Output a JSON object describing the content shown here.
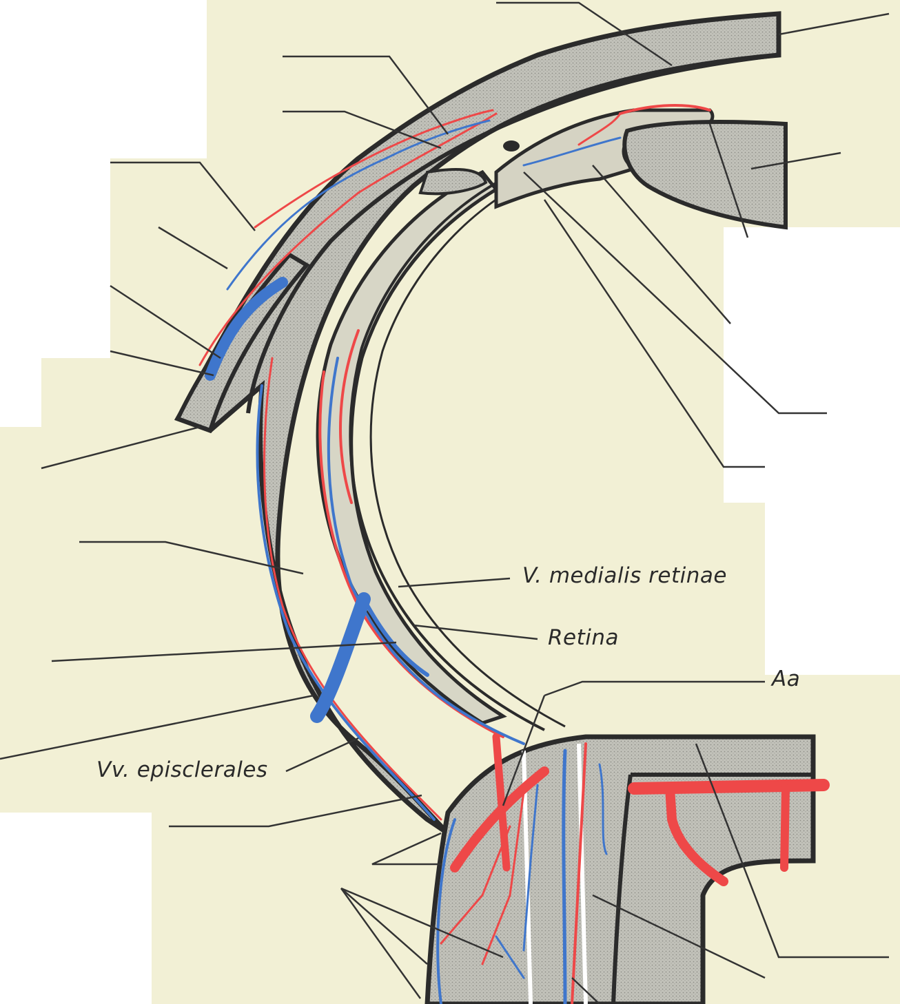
{
  "labels": {
    "v_medialis_retinae": "V. medialis retinae",
    "retina": "Retina",
    "aa": "Aa",
    "vv_episclerales": "Vv. episclerales"
  },
  "colors": {
    "paper": "#f2f0d5",
    "tissue": "#bdbdb5",
    "tissue_dark": "#9e9e98",
    "outline": "#2b2b2b",
    "artery": "#ee4848",
    "vein": "#3f76cc",
    "leader": "#333333"
  }
}
